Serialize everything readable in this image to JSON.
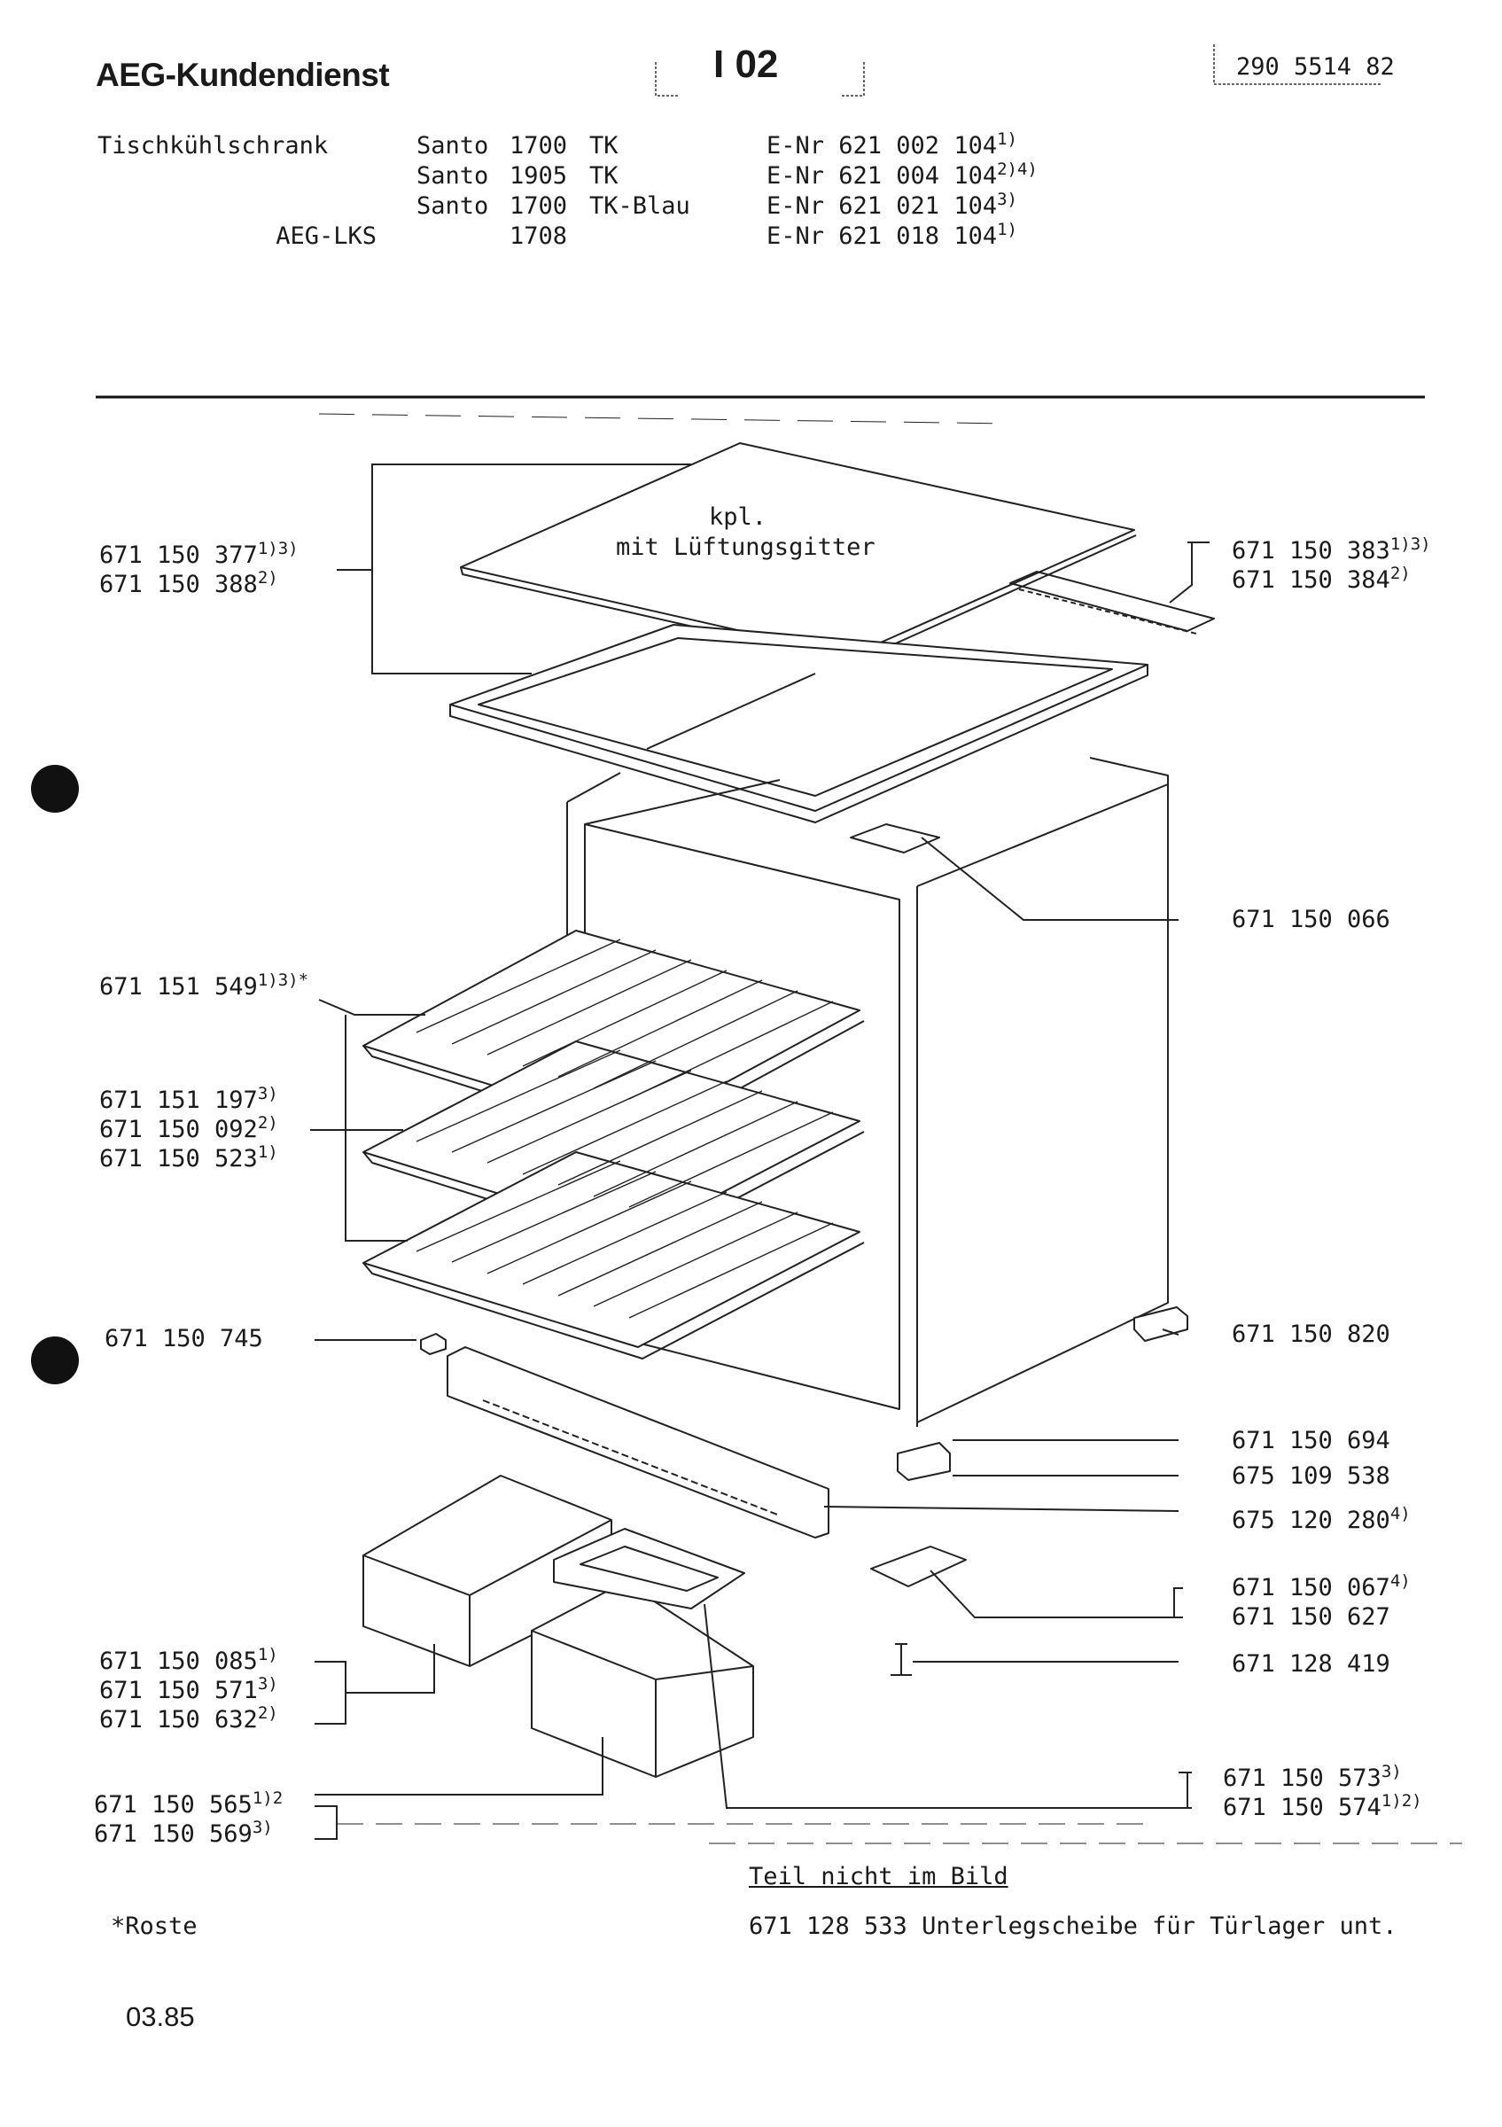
{
  "header": {
    "brand": "AEG-Kundendienst",
    "sheet": "I 02",
    "doc_number": "290 5514 82"
  },
  "models": {
    "category": "Tischkühlschrank",
    "rows": [
      {
        "prefix": "",
        "name": "Santo",
        "model": "1700",
        "variant": "TK",
        "enr": "E-Nr 621 002 104",
        "note": "1)"
      },
      {
        "prefix": "",
        "name": "Santo",
        "model": "1905",
        "variant": "TK",
        "enr": "E-Nr 621 004 104",
        "note": "2)4)"
      },
      {
        "prefix": "",
        "name": "Santo",
        "model": "1700",
        "variant": "TK-Blau",
        "enr": "E-Nr 621 021 104",
        "note": "3)"
      },
      {
        "prefix": "AEG-LKS",
        "name": "",
        "model": "1708",
        "variant": "",
        "enr": "E-Nr 621 018 104",
        "note": "1)"
      }
    ]
  },
  "diagram": {
    "top_note_line1": "kpl.",
    "top_note_line2": "mit Lüftungsgitter",
    "parts_left": [
      {
        "lines": [
          {
            "num": "671 150 377",
            "note": "1)3)"
          },
          {
            "num": "671 150 388",
            "note": "2)"
          }
        ]
      },
      {
        "lines": [
          {
            "num": "671 151 549",
            "note": "1)3)*"
          }
        ]
      },
      {
        "lines": [
          {
            "num": "671 151 197",
            "note": "3)"
          },
          {
            "num": "671 150 092",
            "note": "2)"
          },
          {
            "num": "671 150 523",
            "note": "1)"
          }
        ]
      },
      {
        "lines": [
          {
            "num": "671 150 745",
            "note": ""
          }
        ]
      },
      {
        "lines": [
          {
            "num": "671 150 085",
            "note": "1)"
          },
          {
            "num": "671 150 571",
            "note": "3)"
          },
          {
            "num": "671 150 632",
            "note": "2)"
          }
        ]
      },
      {
        "lines": [
          {
            "num": "671 150 565",
            "note": "1)2"
          },
          {
            "num": "671 150 569",
            "note": "3)"
          }
        ]
      }
    ],
    "parts_right": [
      {
        "lines": [
          {
            "num": "671 150 383",
            "note": "1)3)"
          },
          {
            "num": "671 150 384",
            "note": "2)"
          }
        ]
      },
      {
        "lines": [
          {
            "num": "671 150 066",
            "note": ""
          }
        ]
      },
      {
        "lines": [
          {
            "num": "671 150 820",
            "note": ""
          }
        ]
      },
      {
        "lines": [
          {
            "num": "671 150 694",
            "note": ""
          }
        ]
      },
      {
        "lines": [
          {
            "num": "675 109 538",
            "note": ""
          }
        ]
      },
      {
        "lines": [
          {
            "num": "675 120 280",
            "note": "4)"
          }
        ]
      },
      {
        "lines": [
          {
            "num": "671 150 067",
            "note": "4)"
          },
          {
            "num": "671 150 627",
            "note": ""
          }
        ]
      },
      {
        "lines": [
          {
            "num": "671 128 419",
            "note": ""
          }
        ]
      },
      {
        "lines": [
          {
            "num": "671 150 573",
            "note": "3)"
          },
          {
            "num": "671 150 574",
            "note": "1)2)"
          }
        ]
      }
    ]
  },
  "footer": {
    "not_shown_heading": "Teil nicht im Bild",
    "not_shown_item": "671 128 533 Unterlegscheibe für Türlager unt.",
    "asterisk_note": "*Roste",
    "date": "03.85"
  }
}
